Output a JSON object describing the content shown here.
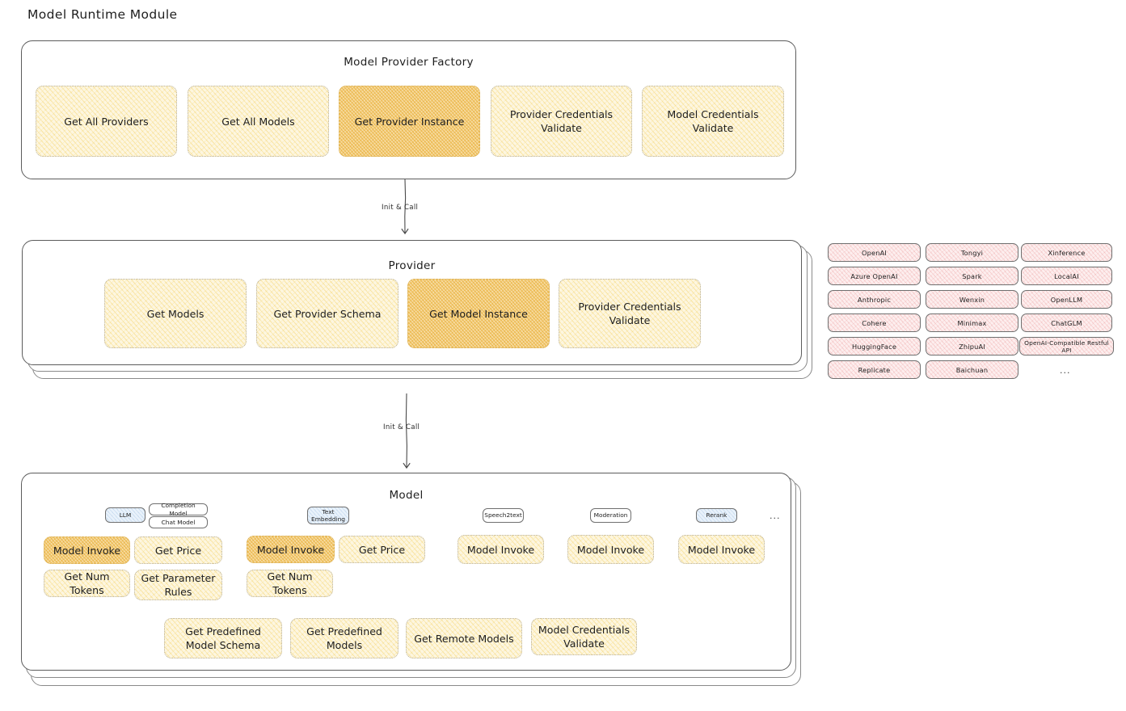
{
  "page": {
    "title": "Model Runtime Module"
  },
  "factory": {
    "title": "Model Provider Factory",
    "methods": [
      {
        "label": "Get All Providers",
        "highlight": false
      },
      {
        "label": "Get All Models",
        "highlight": false
      },
      {
        "label": "Get Provider Instance",
        "highlight": true
      },
      {
        "label": "Provider Credentials Validate",
        "highlight": false
      },
      {
        "label": "Model Credentials Validate",
        "highlight": false
      }
    ]
  },
  "arrow1": {
    "label": "Init & Call"
  },
  "provider": {
    "title": "Provider",
    "methods": [
      {
        "label": "Get Models",
        "highlight": false
      },
      {
        "label": "Get Provider Schema",
        "highlight": false
      },
      {
        "label": "Get Model Instance",
        "highlight": true
      },
      {
        "label": "Provider Credentials Validate",
        "highlight": false
      }
    ]
  },
  "arrow2": {
    "label": "Init & Call"
  },
  "provider_list": {
    "column1": [
      "OpenAI",
      "Azure OpenAI",
      "Anthropic",
      "Cohere",
      "HuggingFace",
      "Replicate"
    ],
    "column2": [
      "Tongyi",
      "Spark",
      "Wenxin",
      "Minimax",
      "ZhipuAI",
      "Baichuan"
    ],
    "column3": [
      "Xinference",
      "LocalAI",
      "OpenLLM",
      "ChatGLM",
      "OpenAI-Compatible Restful API"
    ],
    "more": "..."
  },
  "model": {
    "title": "Model",
    "more": "...",
    "types": [
      {
        "name": "LLM",
        "style": "blue",
        "subtypes": [
          "Completion Model",
          "Chat Model"
        ],
        "methods": [
          {
            "label": "Model Invoke",
            "highlight": true
          },
          {
            "label": "Get Price",
            "highlight": false
          },
          {
            "label": "Get Num Tokens",
            "highlight": false
          },
          {
            "label": "Get Parameter Rules",
            "highlight": false
          }
        ]
      },
      {
        "name": "Text Embedding",
        "style": "blue",
        "subtypes": [],
        "methods": [
          {
            "label": "Model Invoke",
            "highlight": true
          },
          {
            "label": "Get Price",
            "highlight": false
          },
          {
            "label": "Get Num Tokens",
            "highlight": false
          }
        ]
      },
      {
        "name": "Speech2text",
        "style": "plain",
        "subtypes": [],
        "methods": [
          {
            "label": "Model Invoke",
            "highlight": false
          }
        ]
      },
      {
        "name": "Moderation",
        "style": "plain",
        "subtypes": [],
        "methods": [
          {
            "label": "Model Invoke",
            "highlight": false
          }
        ]
      },
      {
        "name": "Rerank",
        "style": "blue",
        "subtypes": [],
        "methods": [
          {
            "label": "Model Invoke",
            "highlight": false
          }
        ]
      }
    ],
    "shared_methods": [
      {
        "label": "Get Predefined Model Schema"
      },
      {
        "label": "Get Predefined Models"
      },
      {
        "label": "Get Remote Models"
      },
      {
        "label": "Model Credentials Validate"
      }
    ]
  },
  "colors": {
    "accent_light": "#fdf6e0",
    "accent_highlight": "#f7dca2",
    "provider_chip": "#fdeeee",
    "badge_blue": "#e9f2fb",
    "stroke": "#5c5c5c"
  }
}
